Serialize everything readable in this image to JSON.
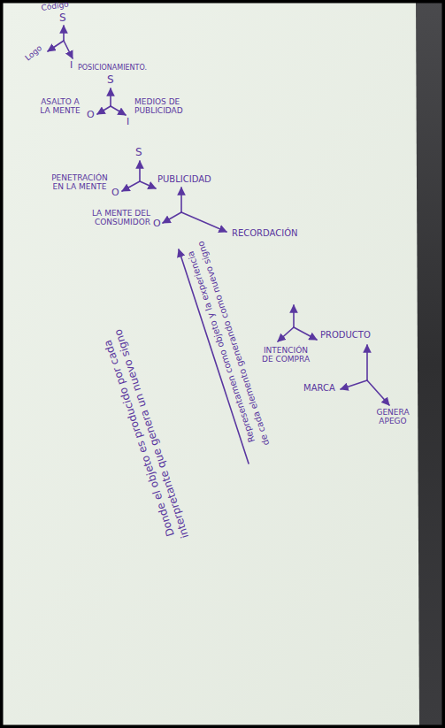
{
  "diagram": {
    "labels": [
      "Código",
      "S",
      "Logo",
      "I",
      "POSICIONAMIENTO.",
      "S",
      "ASALTO A LA MENTE",
      "O",
      "I",
      "MEDIOS DE PUBLICIDAD",
      "S",
      "PENETRACIÓN EN LA MENTE",
      "O",
      "PUBLICIDAD",
      "LA MENTE DEL CONSUMIDOR",
      "O",
      "RECORDACIÓN",
      "Representamen como objeto y la experiencia",
      "de cada elemento generando como nuevo signo",
      "INTENCIÓN DE COMPRA",
      "PRODUCTO",
      "MARCA",
      "GENERA APEGO",
      "Donde el objeto es producido por cada",
      "interpretante que genera un nuevo signo"
    ]
  }
}
